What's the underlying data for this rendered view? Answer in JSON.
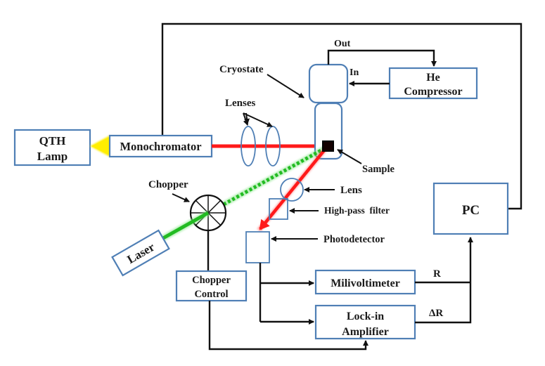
{
  "diagram": {
    "title": "Photoreflectance measurement setup",
    "colors": {
      "box_border": "#4f7fb5",
      "probe_beam": "#ff1a1a",
      "pump_beam": "#33cc33",
      "lamp_output": "#ffee00",
      "sample": "#000000",
      "wire": "#111111"
    },
    "components": {
      "qth_lamp": [
        "QTH",
        "Lamp"
      ],
      "monochromator": "Monochromator",
      "cryostat": "Cryostate",
      "he_compressor": [
        "He",
        "Compressor"
      ],
      "lenses": "Lenses",
      "sample": "Sample",
      "chopper": "Chopper",
      "laser": "Laser",
      "lens": "Lens",
      "high_pass_filter": "High-pass  filter",
      "photodetector": "Photodetector",
      "pc": "PC",
      "chopper_control": [
        "Chopper",
        "Control"
      ],
      "milivoltimeter": "Milivoltimeter",
      "lock_in": [
        "Lock-in",
        "Amplifier"
      ]
    },
    "connection_labels": {
      "out": "Out",
      "in": "In",
      "r": "R",
      "delta_r": "ΔR"
    }
  }
}
